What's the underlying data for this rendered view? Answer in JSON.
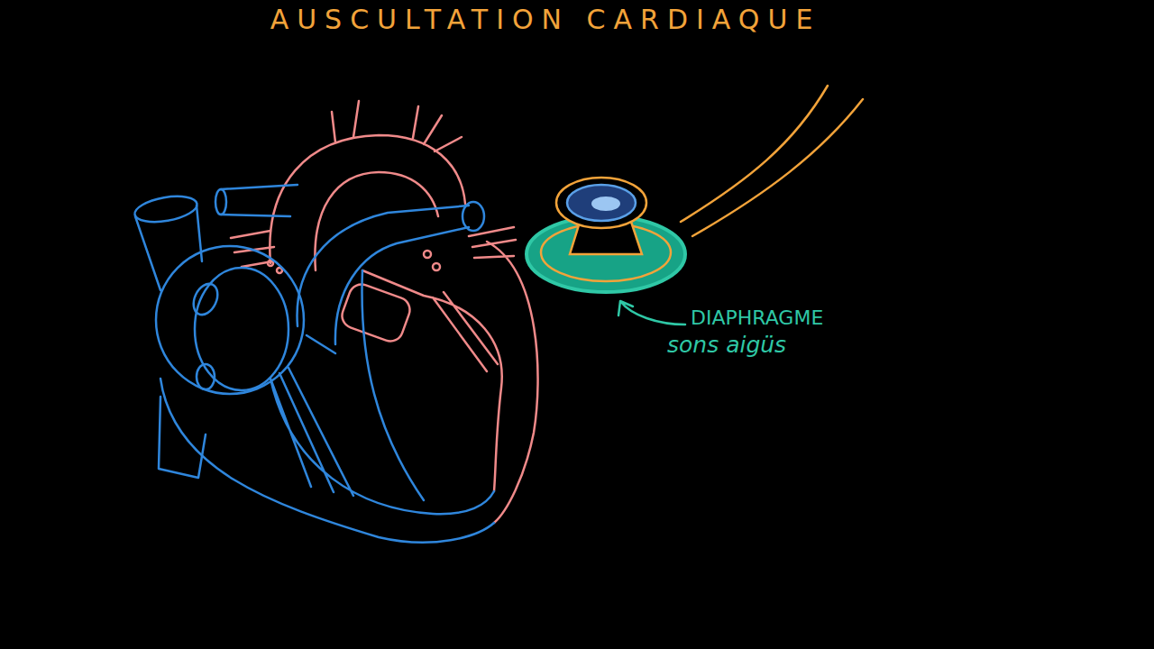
{
  "diagram": {
    "title": "AUSCULTATION CARDIAQUE",
    "labels": [
      "DIAPHRAGME",
      "sons aigüs"
    ]
  }
}
